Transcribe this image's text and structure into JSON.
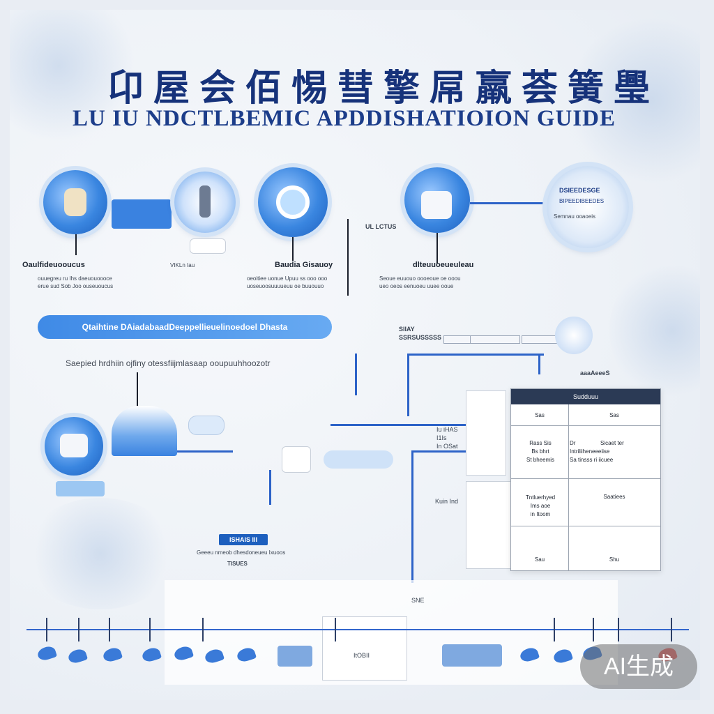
{
  "title_zh": "卬屋会佰惕彗擎屌羸荟簧璺",
  "title_en": "LU  IU NDCTLBEMIC APDDISHATIOION GUIDE",
  "top_labels": [
    {
      "title": "Oaulfideuooucus",
      "desc": "ouuegreu ru Ihs daeuouoooce\nerue sud Sob Joo ouseuoucus"
    },
    {
      "title": "VIKLn Iau",
      "desc": ""
    },
    {
      "title": "Baudia Gisauoy",
      "desc": "oeoitiee uonue Upuu ss ooo ooo\nuoseuoosuuuueuu oe buuouuo"
    },
    {
      "title": "dlteuuoeueuleau",
      "desc": "Seoue euuouo oooeoue oe ooou\nueo oeos eenuoeu uuee ooue"
    }
  ],
  "right_card": {
    "line1": "DSIEEDESGE",
    "line2": "BIPEEDIBEEDES",
    "line3": "Semnau ooaoeis"
  },
  "ul_label": "UL LCTUS",
  "pill": "Qtaihtine DAiadabaadDeeppellieuelinoedoel Dhasta",
  "subtitle": "Saepied hrdhiin ojfiny otessfiijmlasaap ooupuuhhoozotr",
  "side_labels": {
    "a": "SIIAY\nSSRSUSSSSS",
    "b": "aaaAeeeS",
    "c": "Iu iHAS\nI1Is\nIn OSat",
    "d": "Kuin Ind"
  },
  "table": {
    "header": "Sudduuu",
    "rows": [
      [
        "Sas",
        "Sas"
      ],
      [
        "Rass Sis\nBs bhrt\nSt bheemis",
        "Dr                Sicaet ter\nIntriliiheneeeiise\nSa tinsss ri iicuee"
      ],
      [
        "Tntluerhyed\nIms aoe\nin Itoom",
        "Saatiees"
      ],
      [
        "Sau",
        "Shu"
      ]
    ]
  },
  "lower_labels": {
    "chip": "ISHAIS III",
    "caption": "Geeeu nmeob dhesdoneueu Ixuoos",
    "caption2": "TISUES"
  },
  "timeline": {
    "label": "ItOBII",
    "mark": "SNE"
  },
  "sign": "AI生成"
}
